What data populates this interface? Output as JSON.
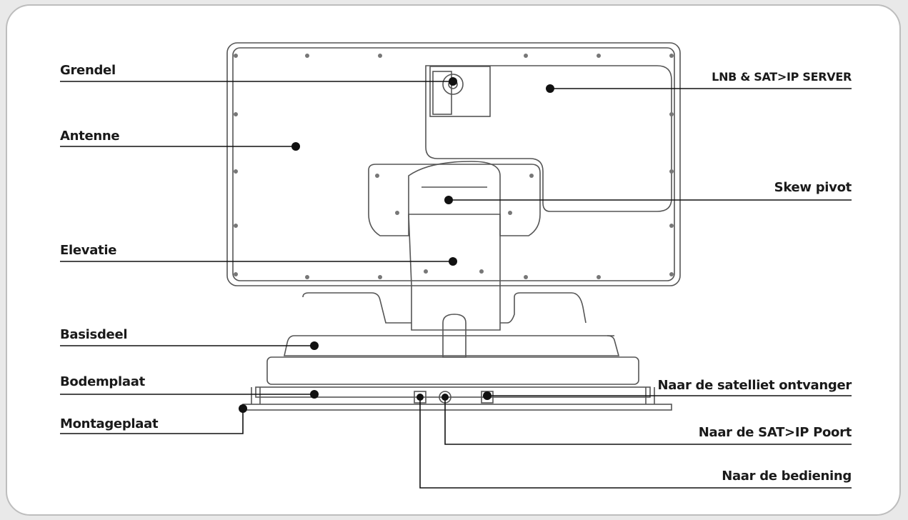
{
  "labels": {
    "grendel": "Grendel",
    "antenne": "Antenne",
    "elevatie": "Elevatie",
    "basisdeel": "Basisdeel",
    "bodemplaat": "Bodemplaat",
    "montageplaat": "Montageplaat",
    "lnb_server": "LNB & SAT>IP SERVER",
    "skew_pivot": "Skew pivot",
    "naar_ontvanger": "Naar de satelliet ontvanger",
    "naar_sat_ip": "Naar de SAT>IP Poort",
    "naar_bediening": "Naar de bediening"
  },
  "colors": {
    "outline": "#555555",
    "leader": "#111111",
    "frame": "#bdbdbd"
  }
}
